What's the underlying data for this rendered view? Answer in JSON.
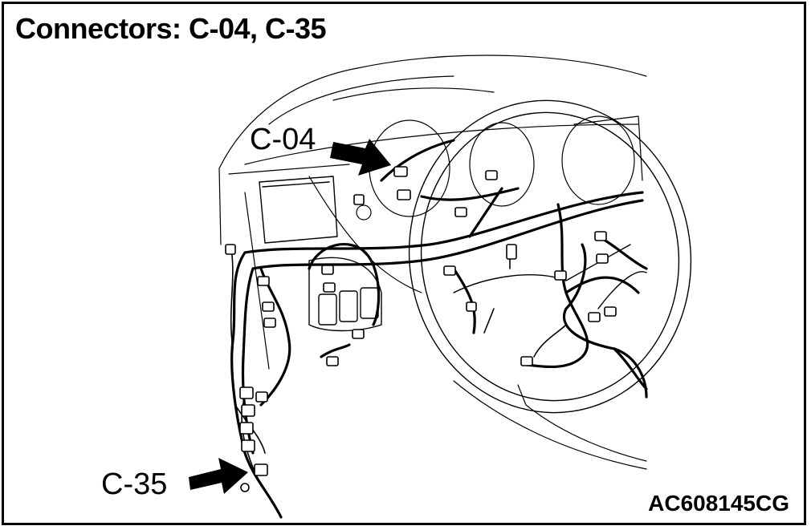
{
  "title": "Connectors: C-04, C-35",
  "callouts": {
    "c04": "C-04",
    "c35": "C-35"
  },
  "figure_code": "AC608145CG",
  "figure_suffix": "CG"
}
